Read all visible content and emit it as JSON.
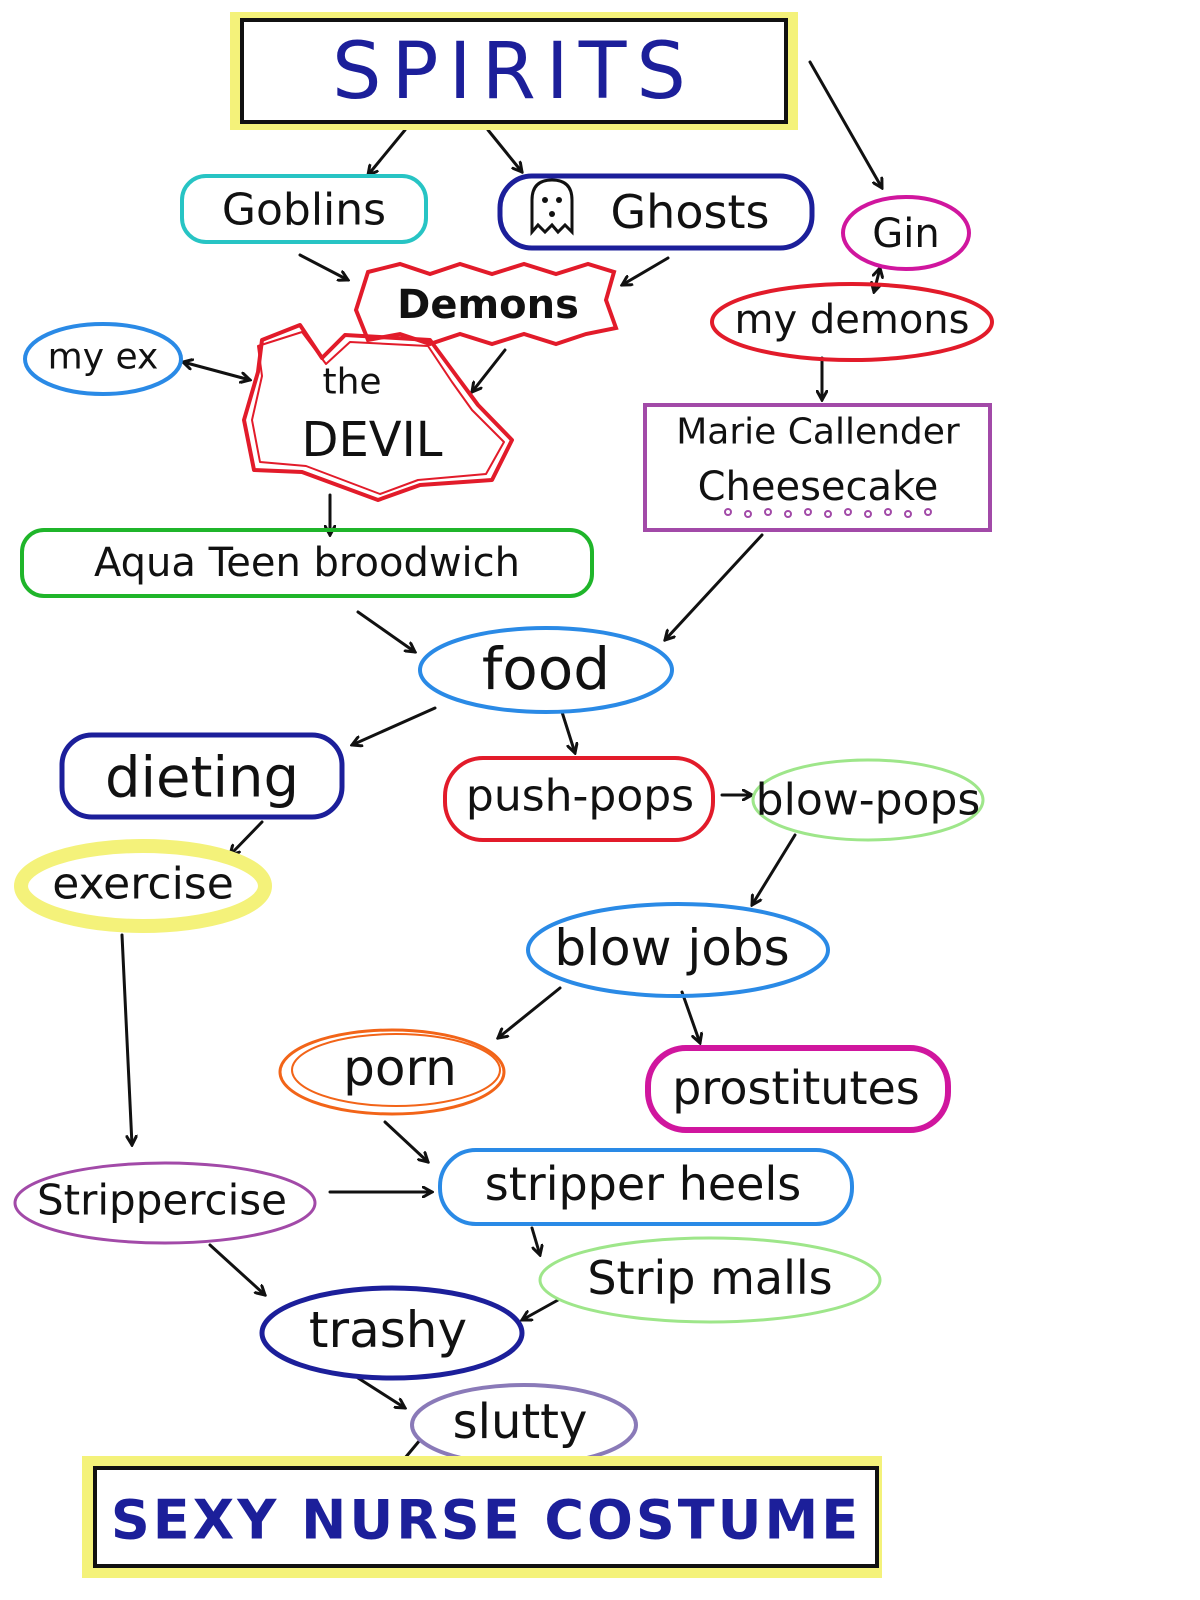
{
  "colors": {
    "ink": "#111111",
    "yellow_highlight": "#f4f27a",
    "teal": "#27c4c4",
    "navy": "#1c1f9a",
    "magenta": "#d0169e",
    "red": "#e21b2a",
    "purple": "#a24aa8",
    "green": "#1fb52a",
    "blue": "#2a8ae6",
    "light_green": "#9ee68a",
    "orange": "#f26418",
    "lavender": "#8a7ab8"
  },
  "nodes": {
    "spirits": "SPIRITS",
    "goblins": "Goblins",
    "ghosts": "Ghosts",
    "gin": "Gin",
    "demons": "Demons",
    "my_demons": "my demons",
    "my_ex": "my ex",
    "the": "the",
    "devil": "DEVIL",
    "marie_1": "Marie Callender",
    "marie_2": "Cheesecake",
    "aqua_teen": "Aqua Teen broodwich",
    "food": "food",
    "dieting": "dieting",
    "push_pops": "push-pops",
    "blow_pops": "blow-pops",
    "exercise": "exercise",
    "blowjobs": "blow jobs",
    "porn": "porn",
    "prostitutes": "prostitutes",
    "strippercise": "Strippercise",
    "stripper_heels": "stripper heels",
    "strip_malls": "Strip malls",
    "trashy": "trashy",
    "slutty": "slutty",
    "sexy_nurse": "SEXY NURSE COSTUME"
  },
  "icons": {
    "ghost": "ghost-icon"
  }
}
